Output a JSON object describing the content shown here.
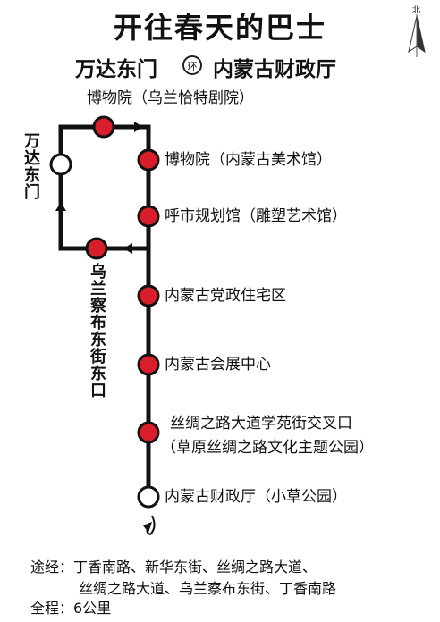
{
  "title": "开往春天的巴士",
  "subtitle": {
    "from": "万达东门",
    "loop_badge": "环",
    "to": "内蒙古财政厅"
  },
  "compass_label": "北",
  "terminal_label": "万达东门",
  "side_street_label": "乌兰察布东街东口",
  "stops": [
    {
      "name": "博物院（乌兰恰特剧院）"
    },
    {
      "name": "博物院（内蒙古美术馆）"
    },
    {
      "name": "呼市规划馆（雕塑艺术馆）"
    },
    {
      "name": "内蒙古党政住宅区"
    },
    {
      "name": "内蒙古会展中心"
    },
    {
      "name": "丝绸之路大道学苑街交叉口"
    },
    {
      "name": "（草原丝绸之路文化主题公园）"
    },
    {
      "name": "内蒙古财政厅（小草公园）"
    }
  ],
  "route": {
    "label": "途经：",
    "line1": "丁香南路、新华东街、丝绸之路大道、",
    "line2": "丝绸之路大道、乌兰察布东街、丁香南路"
  },
  "distance": {
    "label": "全程：",
    "value": "6公里"
  },
  "colors": {
    "stop_fill": "#d81e2a",
    "line": "#111111",
    "terminal_fill": "#ffffff"
  }
}
